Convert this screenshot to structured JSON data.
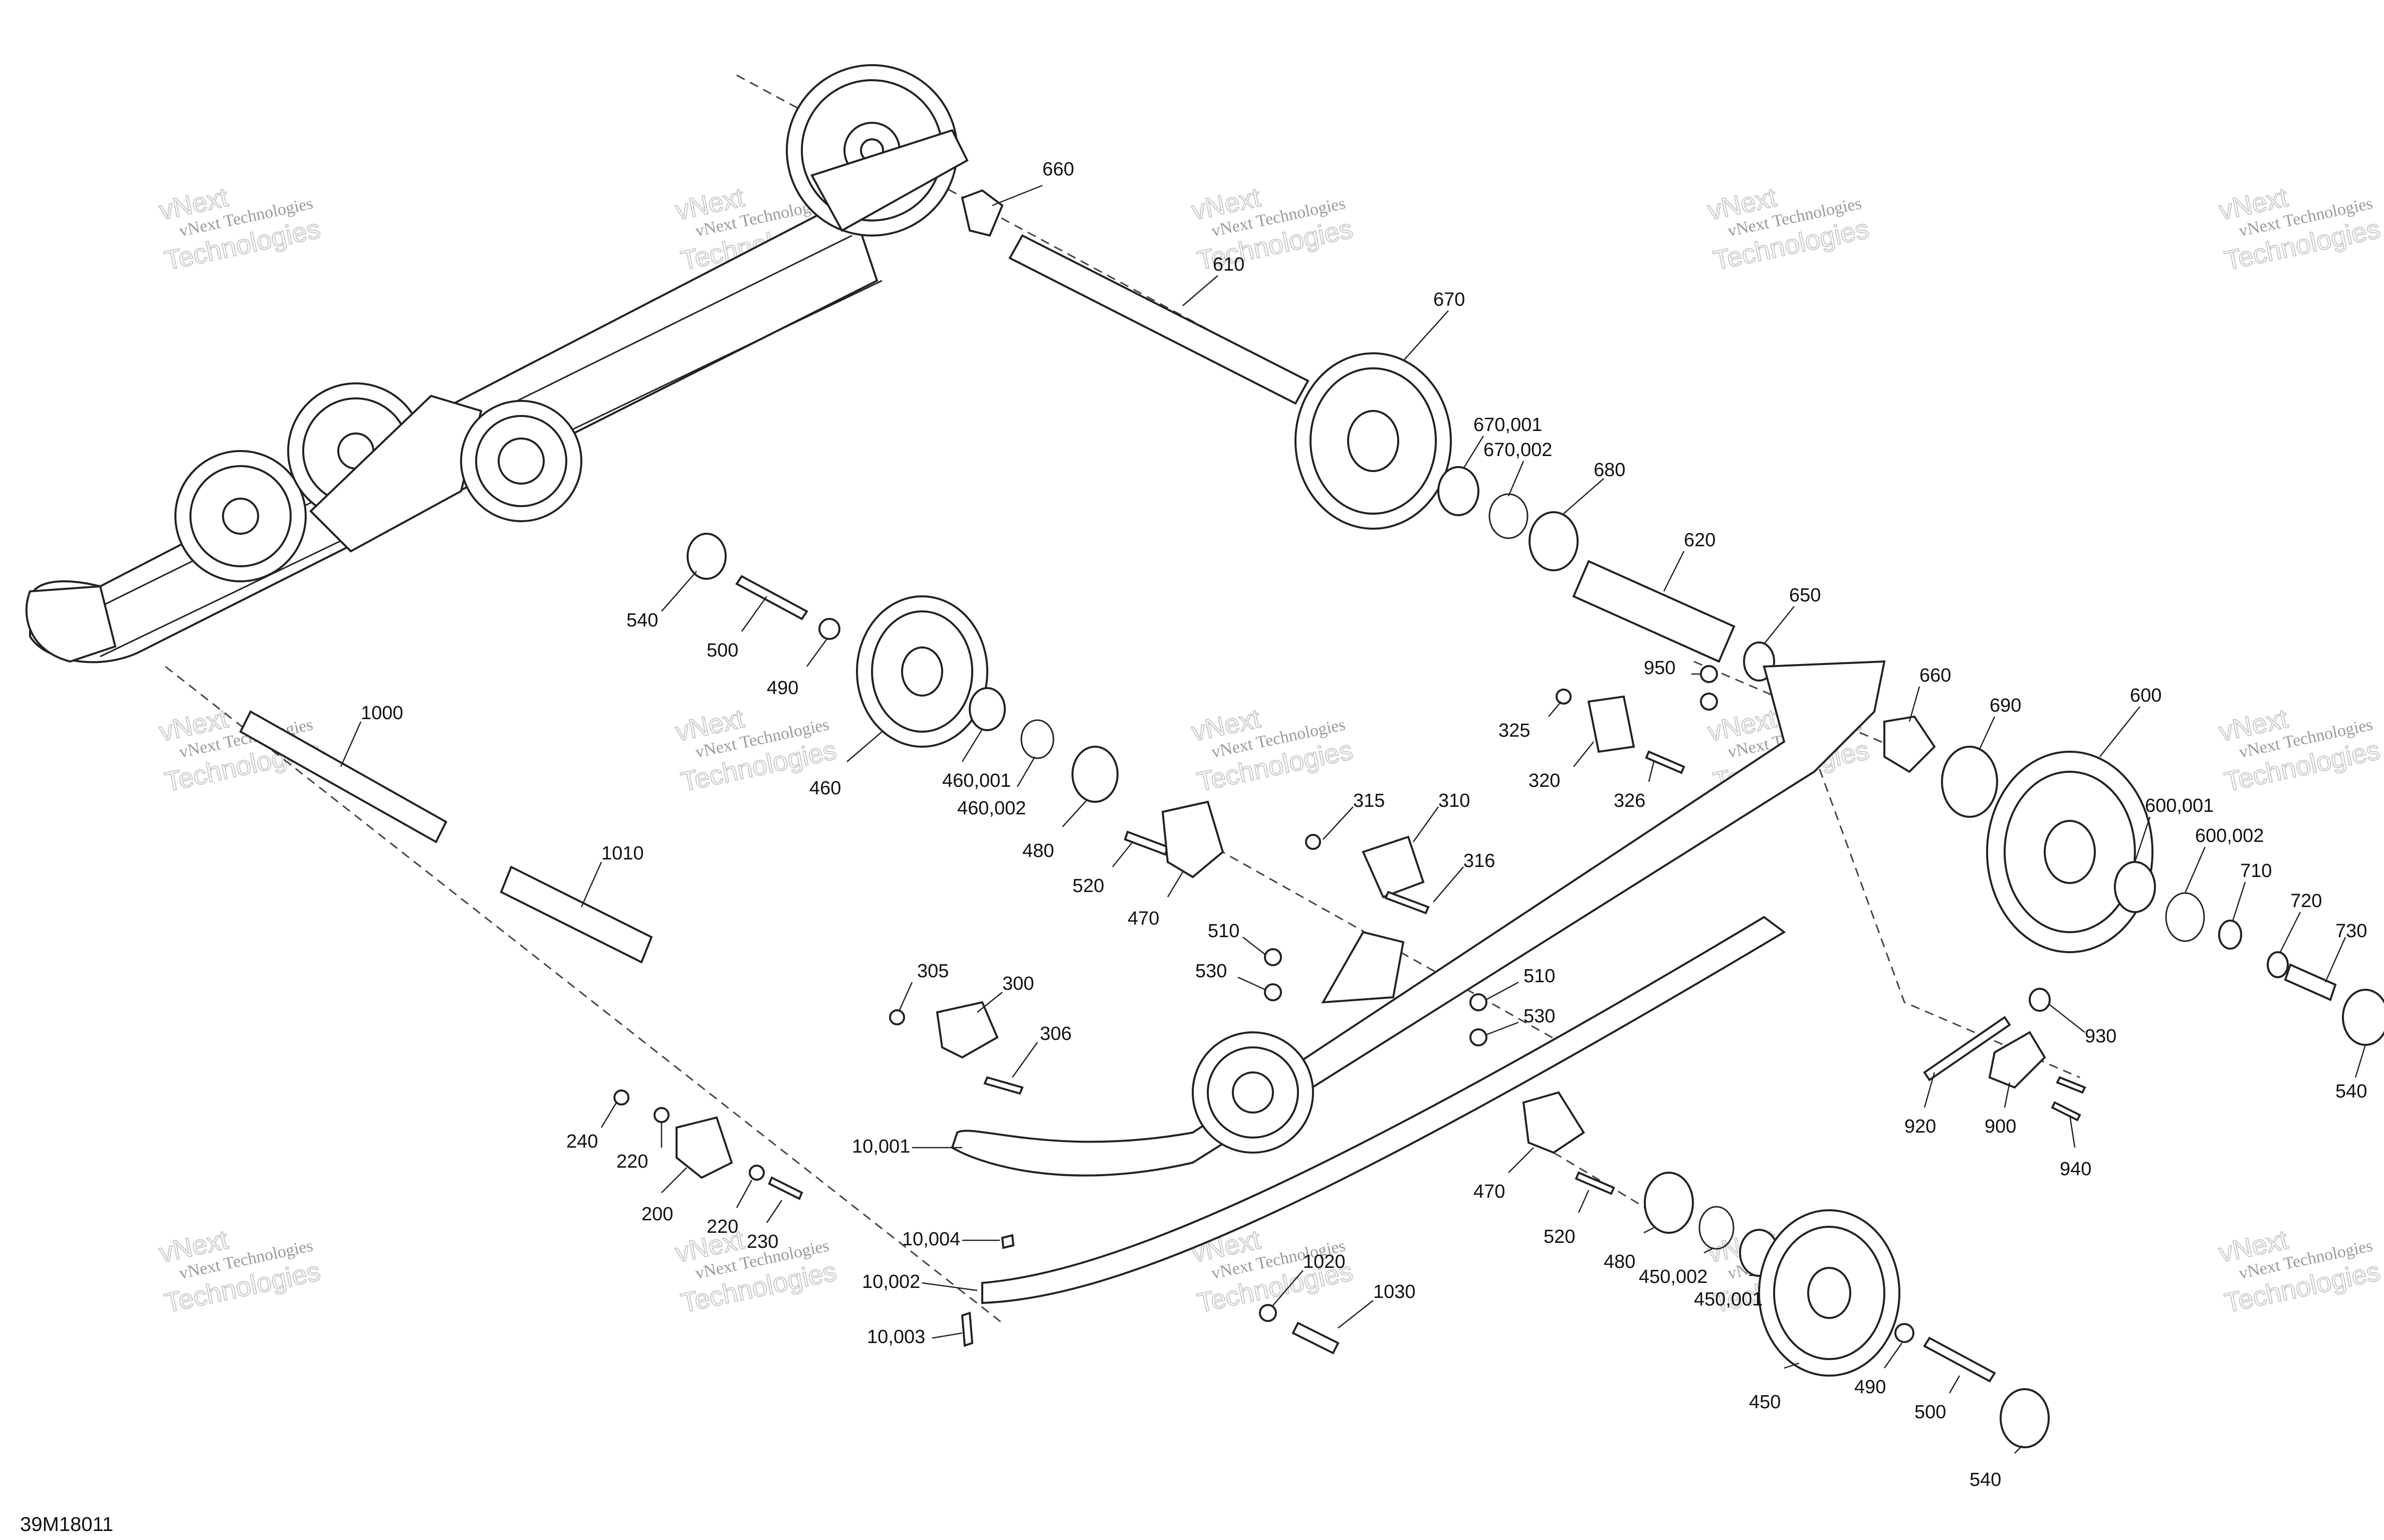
{
  "figure_id": "39M18011",
  "watermark": {
    "line1": "vNext Technologies",
    "line2": "Technologies",
    "line3": "vNext"
  },
  "callouts": [
    "660",
    "610",
    "670",
    "670,001",
    "670,002",
    "680",
    "620",
    "650",
    "660",
    "690",
    "600",
    "600,001",
    "600,002",
    "710",
    "720",
    "730",
    "540",
    "930",
    "920",
    "900",
    "940",
    "540",
    "500",
    "490",
    "460",
    "460,001",
    "460,002",
    "480",
    "520",
    "470",
    "1000",
    "1010",
    "315",
    "310",
    "316",
    "325",
    "320",
    "326",
    "950",
    "510",
    "530",
    "510",
    "530",
    "305",
    "300",
    "306",
    "240",
    "220",
    "200",
    "220",
    "230",
    "10,001",
    "10,004",
    "10,002",
    "10,003",
    "1020",
    "1030",
    "470",
    "520",
    "480",
    "450,002",
    "450,001",
    "450",
    "490",
    "500",
    "540"
  ]
}
